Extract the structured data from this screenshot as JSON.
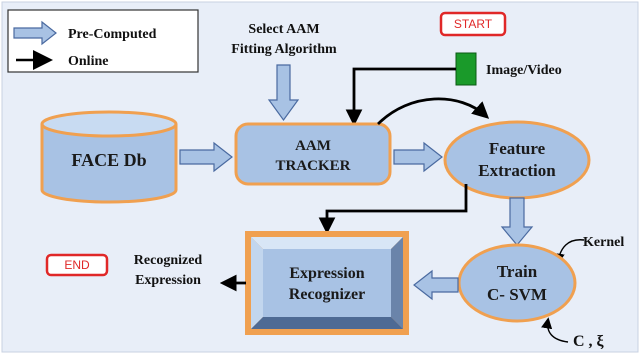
{
  "legend": {
    "precomputed_label": "Pre-Computed",
    "online_label": "Online"
  },
  "labels": {
    "select_line1": "Select AAM",
    "select_line2": "Fitting Algorithm",
    "image_video": "Image/Video",
    "kernel": "Kernel",
    "c_xi": "C , ξ",
    "recognized_line1": "Recognized",
    "recognized_line2": "Expression"
  },
  "badges": {
    "start": "START",
    "end": "END"
  },
  "nodes": {
    "face_db": "FACE Db",
    "aam_line1": "AAM",
    "aam_line2": "TRACKER",
    "feature_line1": "Feature",
    "feature_line2": "Extraction",
    "train_line1": "Train",
    "train_line2": "C- SVM",
    "recognizer_line1": "Expression",
    "recognizer_line2": "Recognizer"
  },
  "colors": {
    "background": "#e8eef8",
    "node_fill": "#a8c2e4",
    "node_border": "#f0a050",
    "arrow_fill": "#a8c2e4",
    "arrow_stroke": "#4a6aa0",
    "online_arrow": "#000000",
    "badge_red": "#e02828",
    "camera_green": "#1a9a2a"
  }
}
